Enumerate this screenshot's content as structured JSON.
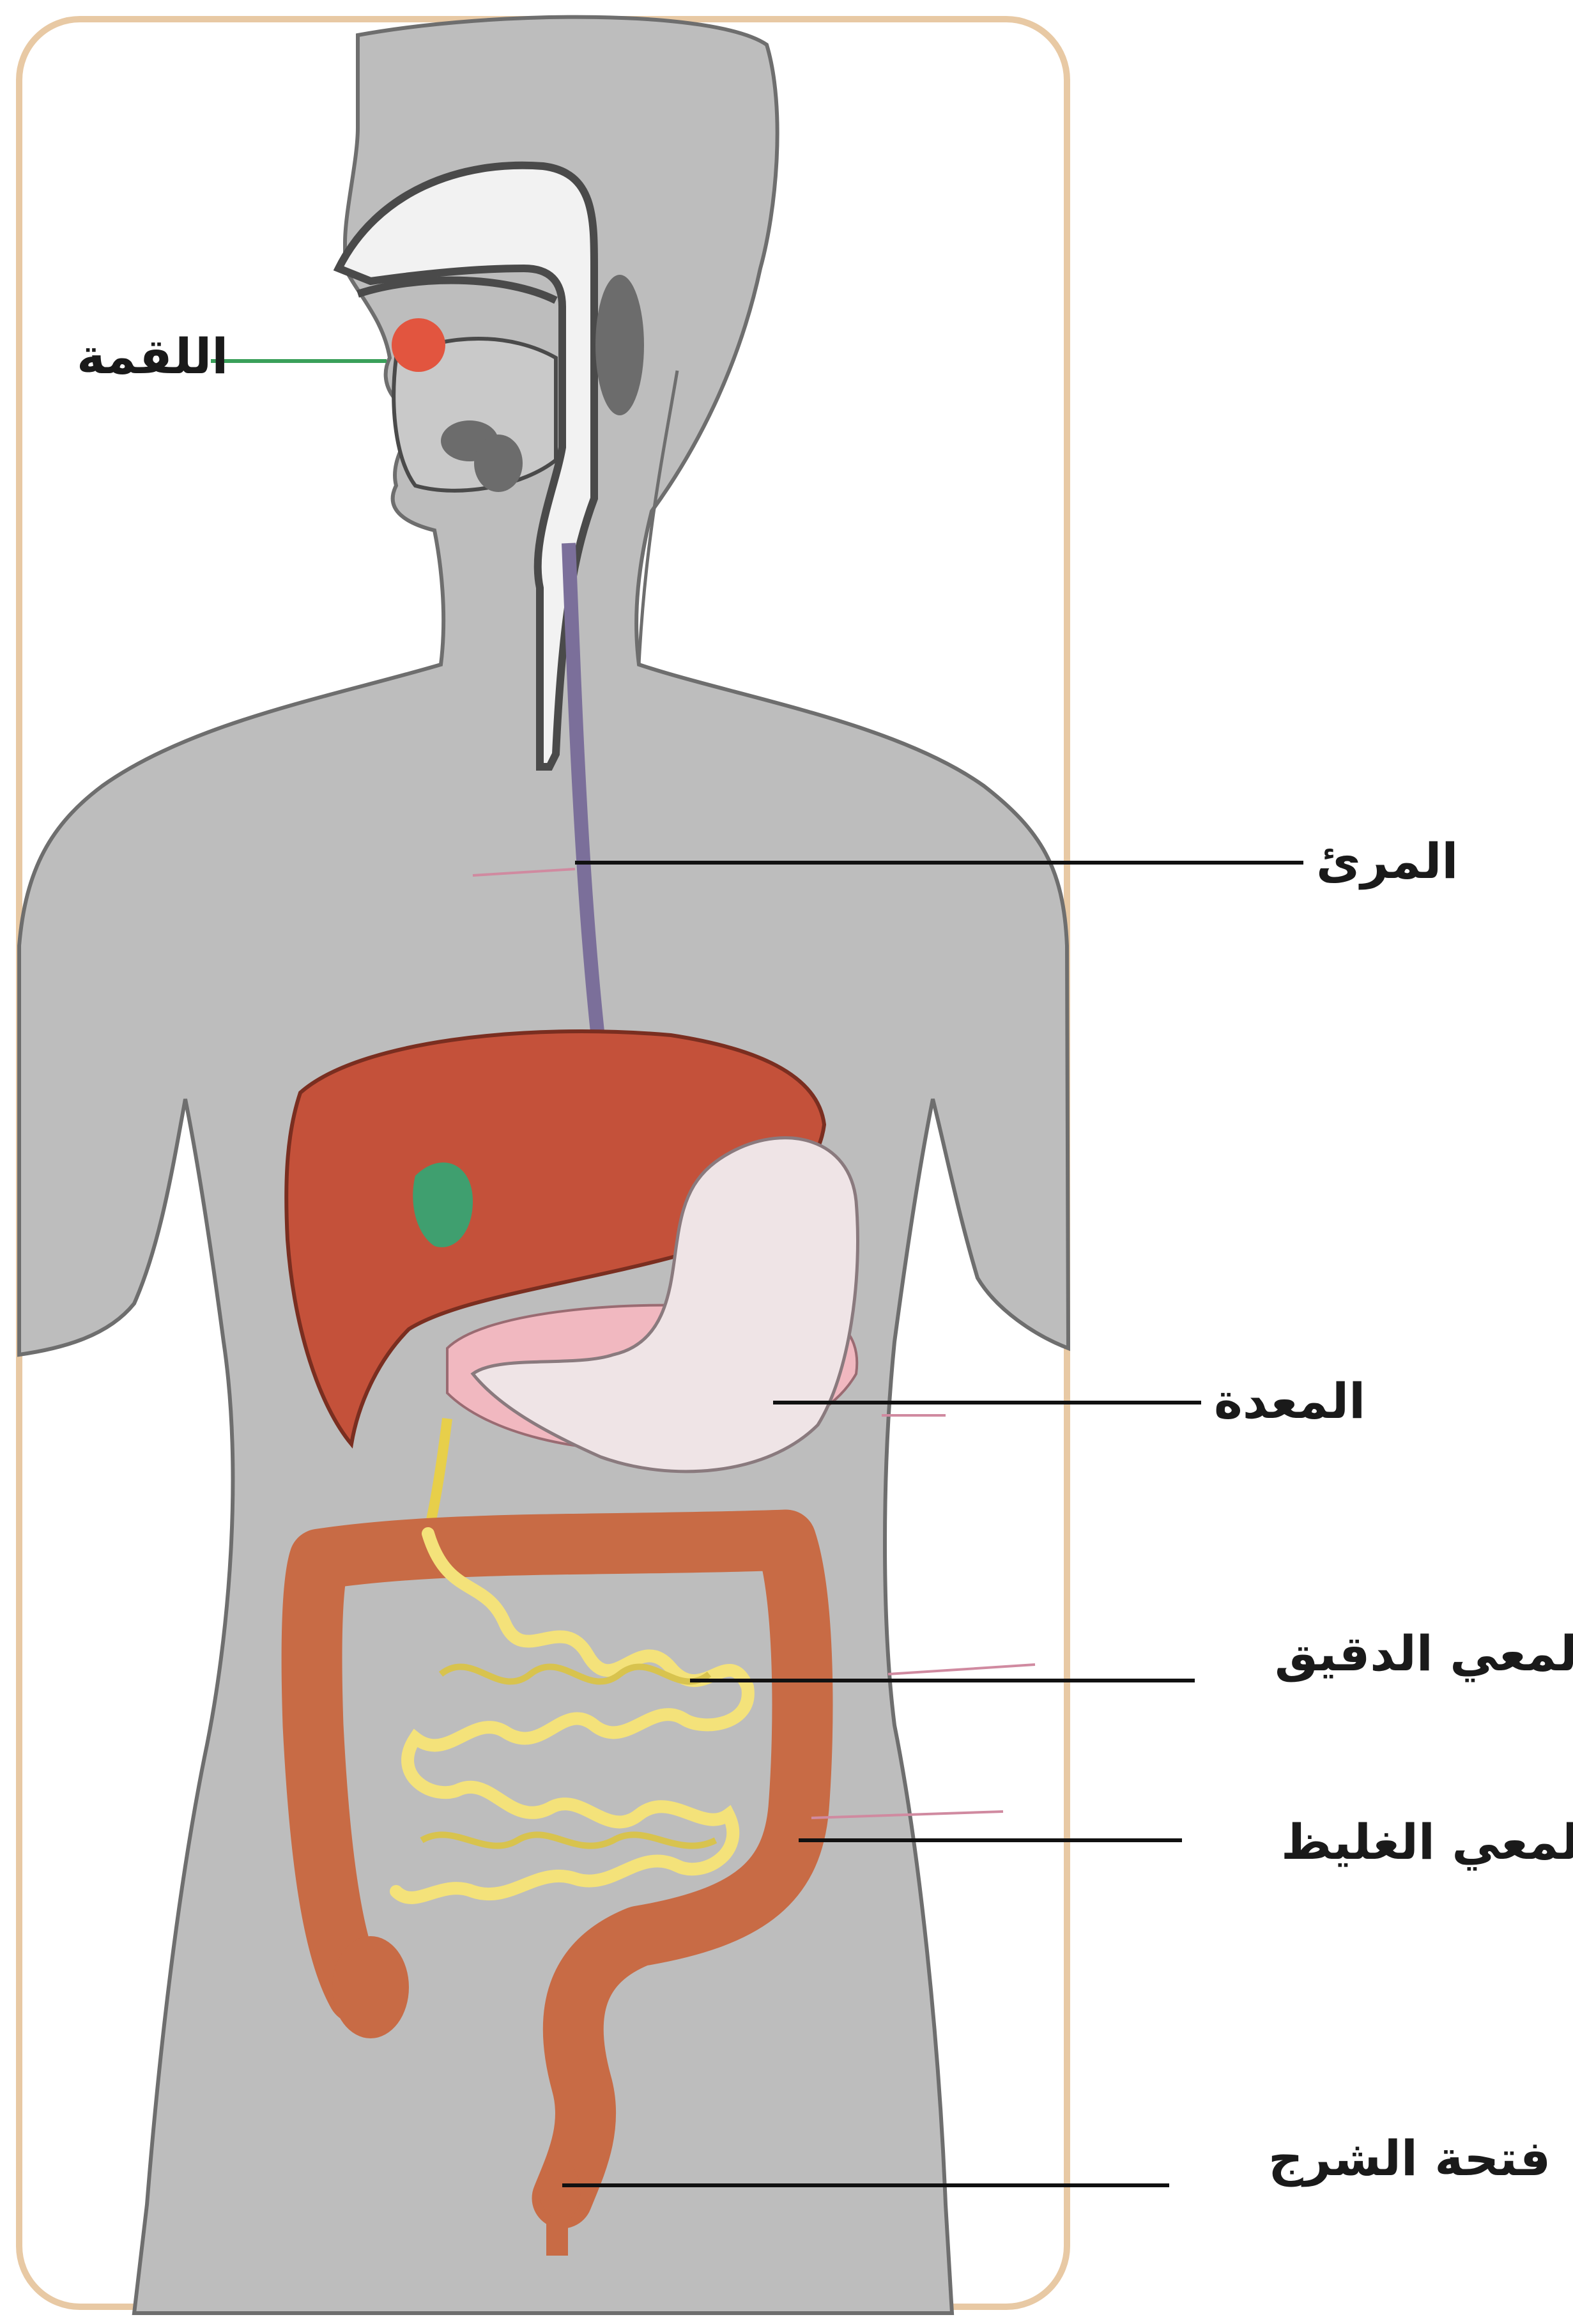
{
  "labels": {
    "bolus": "اللقمة",
    "esophagus": "المرئ",
    "stomach": "المعدة",
    "small_intestine": "المعي الدقيق",
    "large_intestine": "المعي الغليظ",
    "anus": "فتحة الشرج"
  },
  "colors": {
    "frame_border": "#e8c9a4",
    "body_fill": "#bdbdbd",
    "body_outline": "#6e6e6e",
    "airway": "#f2f2f2",
    "liver": "#c4513a",
    "gallbladder": "#3f9f6f",
    "stomach": "#efe4e6",
    "pancreas": "#f1b8c0",
    "small_intestine": "#f4e27a",
    "large_intestine": "#c86b45",
    "bolus": "#e2553f",
    "esophagus": "#7b6f9a",
    "leader_line": "#111111"
  }
}
